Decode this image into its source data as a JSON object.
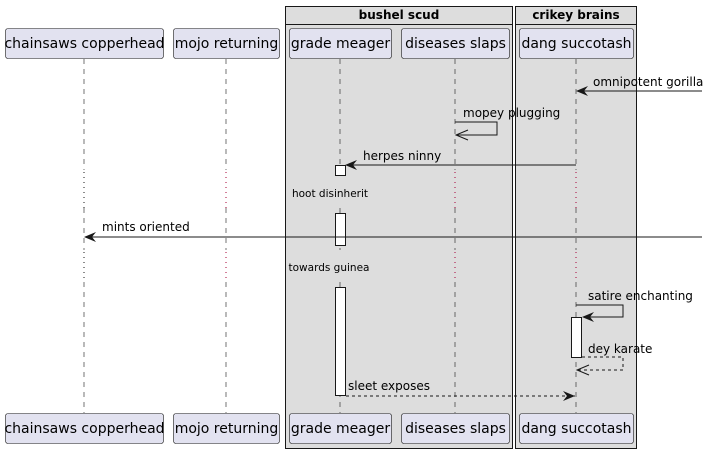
{
  "groups": [
    {
      "title": "bushel scud"
    },
    {
      "title": "crikey brains"
    }
  ],
  "participants": [
    {
      "label": "chainsaws copperhead"
    },
    {
      "label": "mojo returning"
    },
    {
      "label": "grade meager"
    },
    {
      "label": "diseases slaps"
    },
    {
      "label": "dang succotash"
    }
  ],
  "messages": [
    {
      "label": "omnipotent gorilla",
      "from": "outside-right",
      "to": "dang succotash",
      "style": "solid"
    },
    {
      "label": "mopey plugging",
      "from": "diseases slaps",
      "to": "diseases slaps",
      "style": "solid"
    },
    {
      "label": "herpes ninny",
      "from": "dang succotash",
      "to": "grade meager",
      "style": "solid"
    },
    {
      "label": "mints oriented",
      "from": "outside-right",
      "to": "chainsaws copperhead",
      "style": "solid"
    },
    {
      "label": "satire enchanting",
      "from": "dang succotash",
      "to": "dang succotash",
      "style": "solid"
    },
    {
      "label": "dey karate",
      "from": "dang succotash",
      "to": "dang succotash",
      "style": "dashed"
    },
    {
      "label": "sleet exposes",
      "from": "grade meager",
      "to": "dang succotash",
      "style": "dashed"
    }
  ],
  "delays": [
    {
      "label": "hoot disinherit"
    },
    {
      "label": "towards guinea"
    }
  ],
  "colors": {
    "participant_fill": "#E2E2F0",
    "participant_border": "#181818",
    "group_fill": "#DDDDDD",
    "lifeline": "#181818",
    "delay_dots": "#A80036"
  }
}
